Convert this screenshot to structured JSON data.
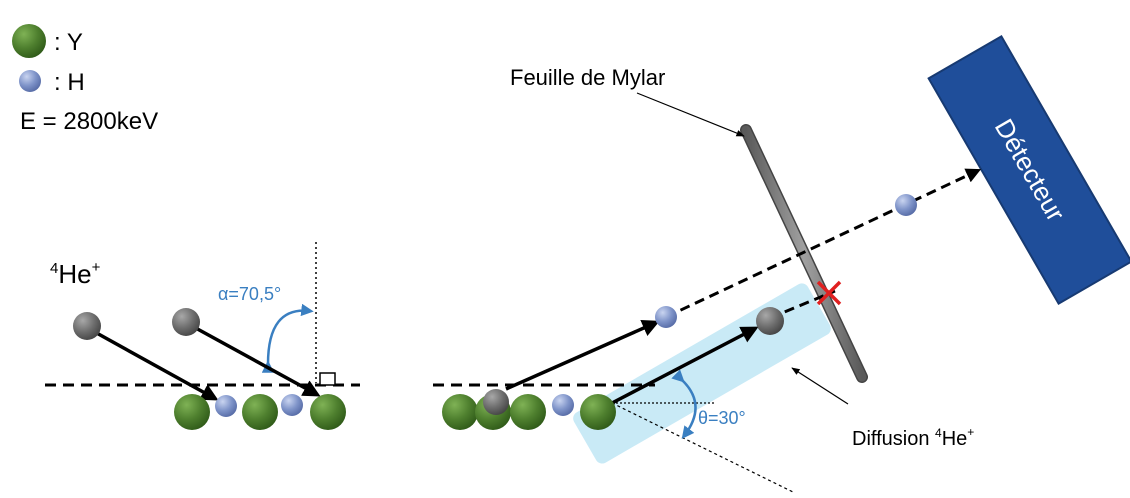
{
  "legend": {
    "y_label": ": Y",
    "h_label": ": H",
    "energy": "E = 2800keV"
  },
  "labels": {
    "beam_sup": "4",
    "beam_main": "He",
    "beam_charge": "+",
    "alpha": "α=70,5°",
    "theta": "θ=30°",
    "mylar": "Feuille de Mylar",
    "diffusion_main": "Diffusion ",
    "diffusion_sup": "4",
    "diffusion_he": "He",
    "diffusion_charge": "+",
    "detector": "Détecteur"
  },
  "colors": {
    "y_atom": "#4e7f2e",
    "h_atom": "#7f94c9",
    "he_atom": "#6e6e6e",
    "angle_annotation": "#3a7fc1",
    "scatter_band": "#bfe6f5",
    "detector": "#1f4e9a",
    "foil": "#7a7a7a",
    "cross": "#e02020"
  }
}
